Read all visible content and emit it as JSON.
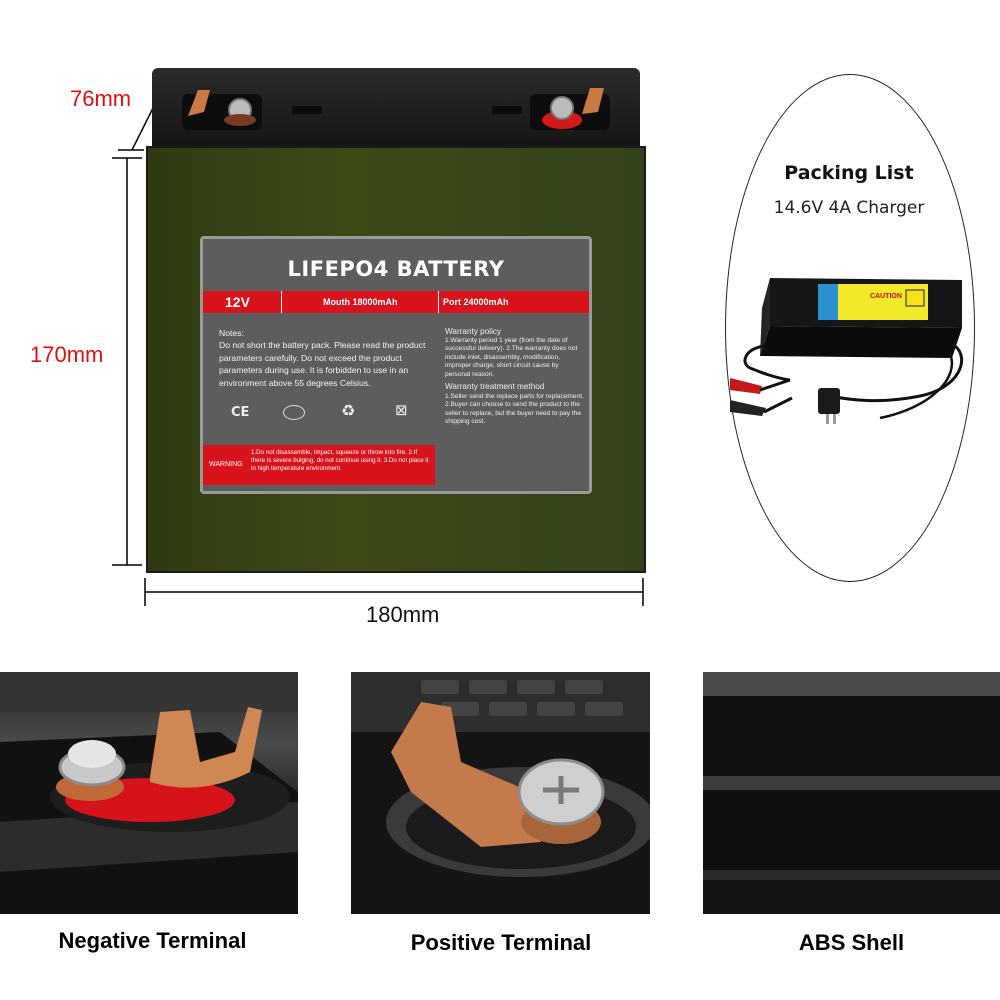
{
  "dimensions": {
    "depth": "76mm",
    "height": "170mm",
    "width": "180mm"
  },
  "battery_label": {
    "title": "LIFEPO4 BATTERY",
    "voltage": "12V",
    "capacity_mouth": "Mouth 18000mAh",
    "capacity_port": "Port 24000mAh",
    "notes_heading": "Notes:",
    "notes_text": "Do not short the battery pack. Please read the product parameters carefully. Do not exceed the product parameters during use. It is forbidden to use in an environment above 55 degrees Celsius.",
    "warranty_heading": "Warranty policy",
    "warranty_text": "1.Warranty period 1 year (from the date of successful delivery). 2.The warranty does not include inlet, disassembly, modification, improper charge, short circuit cause by personal reason.",
    "treatment_heading": "Warranty treatment method",
    "treatment_text": "1.Seller send the replace parts for replacement. 2.Buyer can choose to send the product to the seller to replace, but the buyer need to pay the shipping cost.",
    "warning_label": "WARNING",
    "warning_text": "1.Do not disassemble, impact, squeeze or throw into fire. 2.If there is severe bulging, do not continue using it. 3.Do not place it in high temperature environment.",
    "cert_icons": [
      "CE",
      "CCC",
      "recycle",
      "bin"
    ]
  },
  "packing_list": {
    "title": "Packing List",
    "item": "14.6V 4A Charger",
    "charger_caution": "CAUTION"
  },
  "photos": [
    {
      "caption": "Negative Terminal"
    },
    {
      "caption": "Positive Terminal"
    },
    {
      "caption": "ABS Shell"
    }
  ]
}
